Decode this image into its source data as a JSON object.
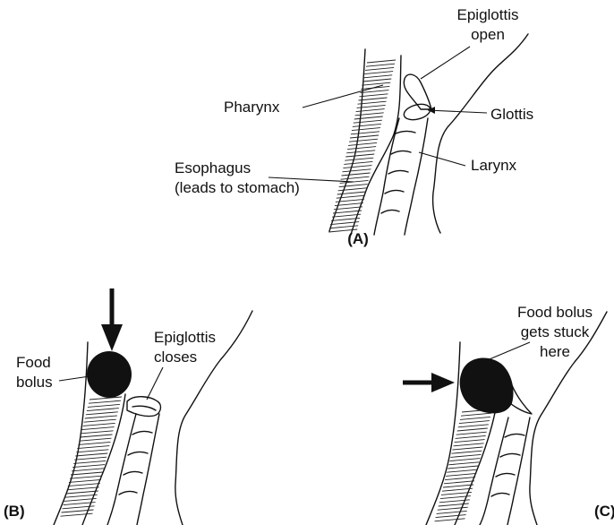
{
  "panels": {
    "a": {
      "caption": "(A)",
      "labels": {
        "epiglottis_l1": "Epiglottis",
        "epiglottis_l2": "open",
        "pharynx": "Pharynx",
        "glottis": "Glottis",
        "esophagus_l1": "Esophagus",
        "esophagus_l2": "(leads to stomach)",
        "larynx": "Larynx"
      }
    },
    "b": {
      "caption": "(B)",
      "labels": {
        "food_l1": "Food",
        "food_l2": "bolus",
        "epiglottis_l1": "Epiglottis",
        "epiglottis_l2": "closes"
      }
    },
    "c": {
      "caption": "(C)",
      "labels": {
        "bolus_l1": "Food bolus",
        "bolus_l2": "gets stuck",
        "bolus_l3": "here"
      }
    }
  }
}
